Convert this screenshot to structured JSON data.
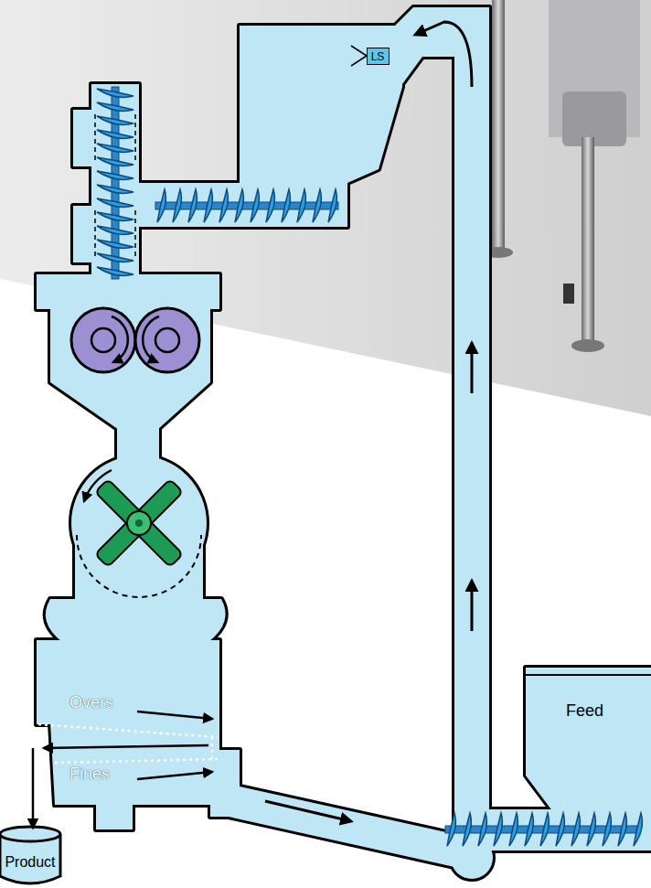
{
  "diagram": {
    "nodes": [
      {
        "text": [
          "LS"
        ]
      },
      {
        "text": [
          "Overs",
          "Fines"
        ]
      },
      {
        "text": [
          "Feed"
        ]
      },
      {
        "text": [
          "Product"
        ]
      }
    ],
    "edges": [
      {
        "from": 1,
        "to": 3,
        "arrow": "to"
      }
    ]
  }
}
